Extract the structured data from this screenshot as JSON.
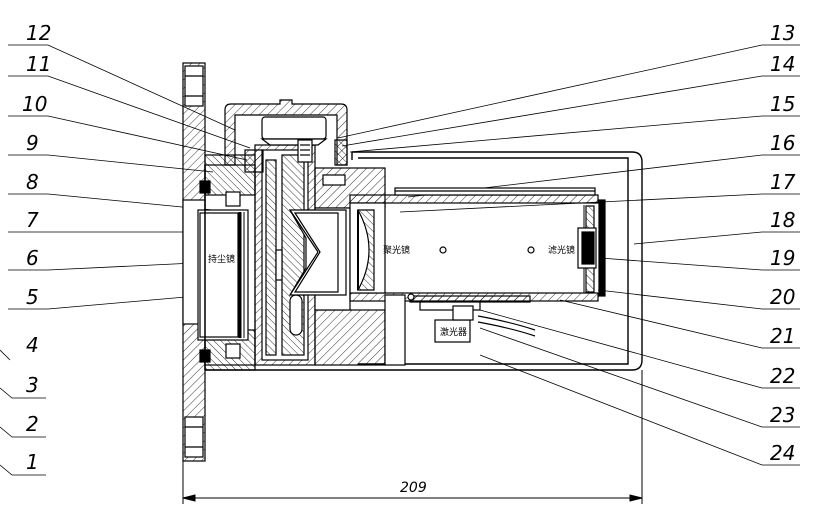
{
  "diagram": {
    "left_labels": [
      "12",
      "11",
      "10",
      "9",
      "8",
      "7",
      "6",
      "5",
      "4",
      "3",
      "2",
      "1"
    ],
    "right_labels": [
      "13",
      "14",
      "15",
      "16",
      "17",
      "18",
      "19",
      "20",
      "21",
      "22",
      "23",
      "24"
    ],
    "component_labels": {
      "dust_mirror": "持尘镜",
      "focus_mirror": "聚光镜",
      "filter_mirror": "滤光镜",
      "laser": "激光器"
    },
    "dimension": "209"
  }
}
